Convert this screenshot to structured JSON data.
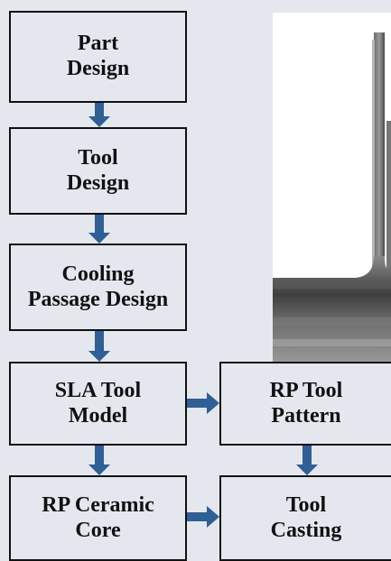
{
  "boxes": {
    "part_design": "Part\nDesign",
    "tool_design": "Tool\nDesign",
    "cooling_passage_design": "Cooling\nPassage Design",
    "sla_tool_model": "SLA Tool\nModel",
    "rp_tool_pattern": "RP Tool\nPattern",
    "rp_ceramic_core": "RP Ceramic\nCore",
    "tool_casting": "Tool\nCasting"
  },
  "colors": {
    "background": "#e4e7ee",
    "box_border": "#111111",
    "arrow": "#2f5f94",
    "photo_background": "#ffffff"
  }
}
